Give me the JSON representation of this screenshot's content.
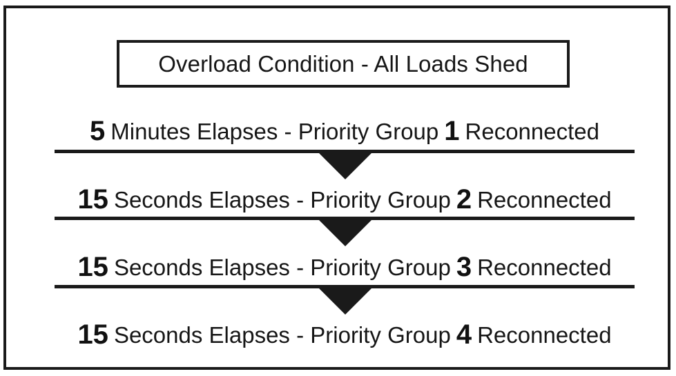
{
  "diagram": {
    "title_box": {
      "label": "Overload Condition - All Loads Shed"
    },
    "steps": [
      {
        "number": "5",
        "text": "Minutes Elapses - Priority Group",
        "group": "1",
        "suffix": "Reconnected"
      },
      {
        "number": "15",
        "text": "Seconds Elapses - Priority Group",
        "group": "2",
        "suffix": "Reconnected"
      },
      {
        "number": "15",
        "text": "Seconds Elapses - Priority Group",
        "group": "3",
        "suffix": "Reconnected"
      },
      {
        "number": "15",
        "text": "Seconds Elapses - Priority Group",
        "group": "4",
        "suffix": "Reconnected"
      }
    ],
    "connectors": [
      {
        "icon": "down-arrow-icon"
      },
      {
        "icon": "down-arrow-icon"
      },
      {
        "icon": "down-arrow-icon"
      }
    ],
    "colors": {
      "ink": "#1a1a1a",
      "text": "#161616",
      "background": "#ffffff"
    }
  }
}
